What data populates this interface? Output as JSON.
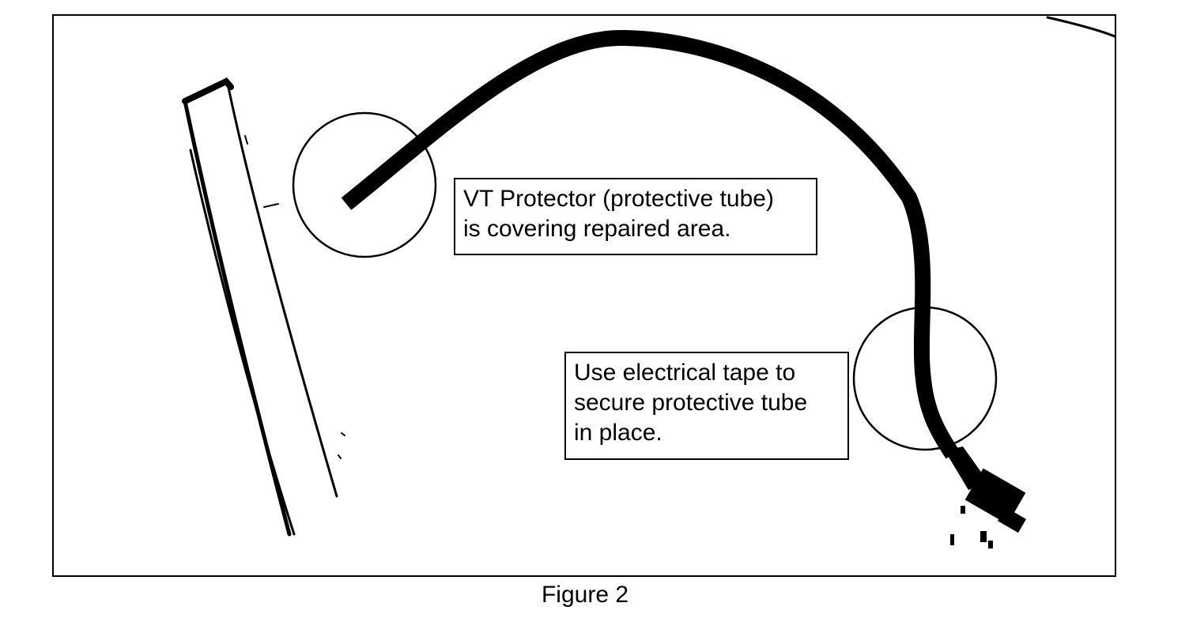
{
  "callouts": {
    "vt_protector": {
      "line1": "VT Protector (protective tube)",
      "line2": "is covering repaired area."
    },
    "electrical_tape": {
      "line1": "Use electrical tape to",
      "line2": "secure protective tube",
      "line3": "in place."
    }
  },
  "caption": "Figure 2"
}
